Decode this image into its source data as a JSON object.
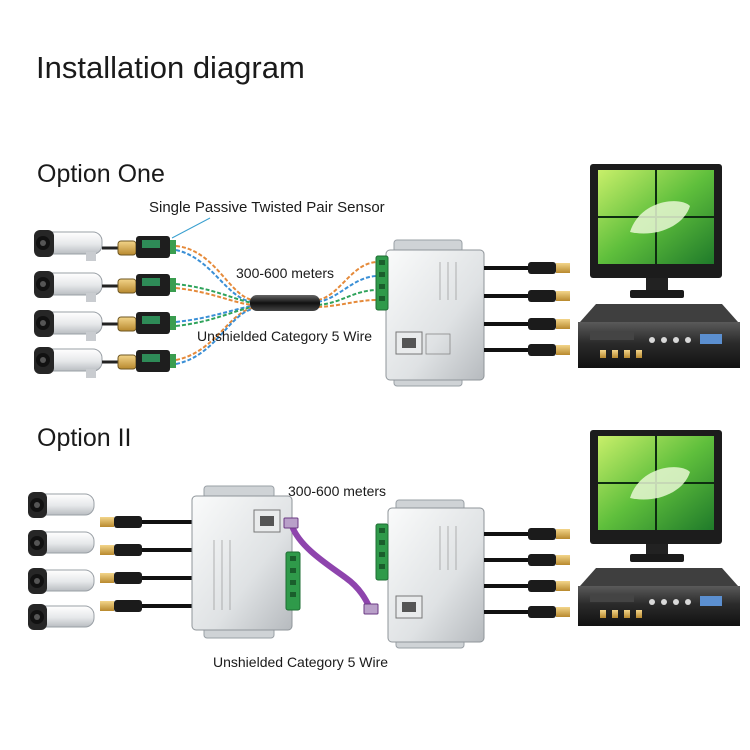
{
  "diagram": {
    "title": "Installation diagram",
    "option_one": {
      "heading": "Option One",
      "sensor_label": "Single Passive Twisted Pair Sensor",
      "distance_label": "300-600 meters",
      "wire_label": "Unshielded Category 5 Wire"
    },
    "option_two": {
      "heading": "Option II",
      "distance_label": "300-600 meters",
      "wire_label": "Unshielded Category 5 Wire"
    }
  },
  "colors": {
    "camera_body": "#e9ebed",
    "balun_box": "#f2f3f4",
    "terminal_green": "#2f9a4a",
    "patch_cable": "#8e44ad",
    "monitor_leaf": "#4caf50",
    "dvr": "#2b2b2b"
  }
}
